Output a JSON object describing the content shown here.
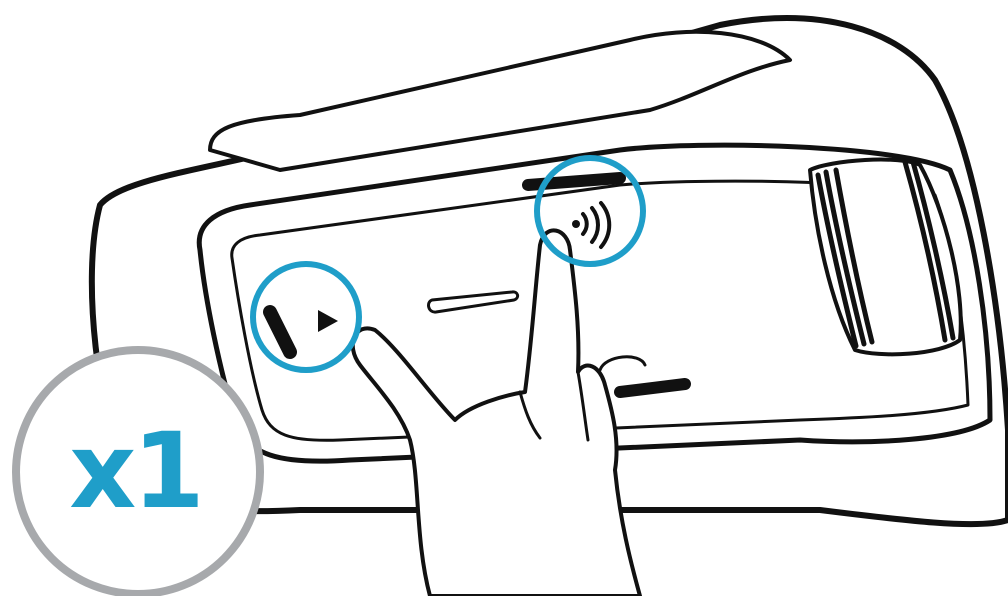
{
  "illustration": {
    "press_count": "x1",
    "buttons": [
      {
        "name": "play-button",
        "icon": "play-icon",
        "highlighted": true
      },
      {
        "name": "intercom-button",
        "icon": "wireless-signal-icon",
        "highlighted": true
      }
    ],
    "gesture": "finger-press",
    "hand_count": 1
  },
  "colors": {
    "outline": "#111111",
    "highlight": "#1f9ec9",
    "badge_ring": "#a7a9ac",
    "label": "#1f9ec9"
  }
}
